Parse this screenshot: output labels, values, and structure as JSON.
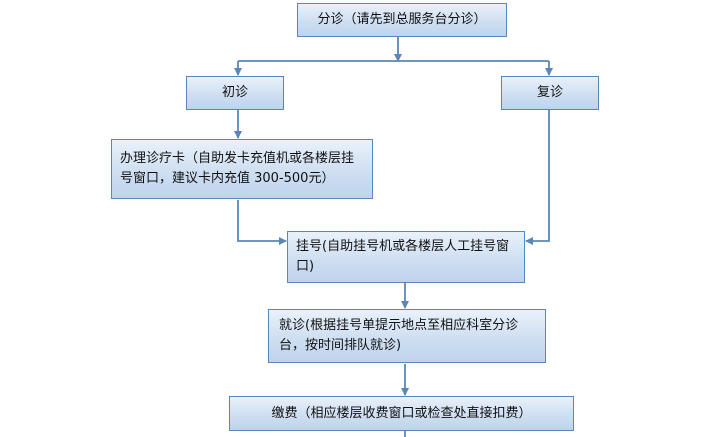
{
  "flowchart": {
    "nodes": {
      "triage": "分诊（请先到总服务台分诊）",
      "first_visit": "初诊",
      "return_visit": "复诊",
      "card": "办理诊疗卡（自助发卡充值机或各楼层挂号窗口，建议卡内充值 300-500元）",
      "register": "挂号(自助挂号机或各楼层人工挂号窗口)",
      "consult": "就诊(根据挂号单提示地点至相应科室分诊台，按时间排队就诊)",
      "payment": "缴费（相应楼层收费窗口或检查处直接扣费）"
    },
    "edges": [
      {
        "from": "triage",
        "to": "first_visit"
      },
      {
        "from": "triage",
        "to": "return_visit"
      },
      {
        "from": "first_visit",
        "to": "card"
      },
      {
        "from": "card",
        "to": "register"
      },
      {
        "from": "return_visit",
        "to": "register"
      },
      {
        "from": "register",
        "to": "consult"
      },
      {
        "from": "consult",
        "to": "payment"
      }
    ],
    "colors": {
      "connector": "#5b86b8",
      "box_border": "#5b86b8",
      "box_fill_top": "#e9f1fb",
      "box_fill_bottom": "#bed3ec",
      "text": "#111111"
    }
  }
}
